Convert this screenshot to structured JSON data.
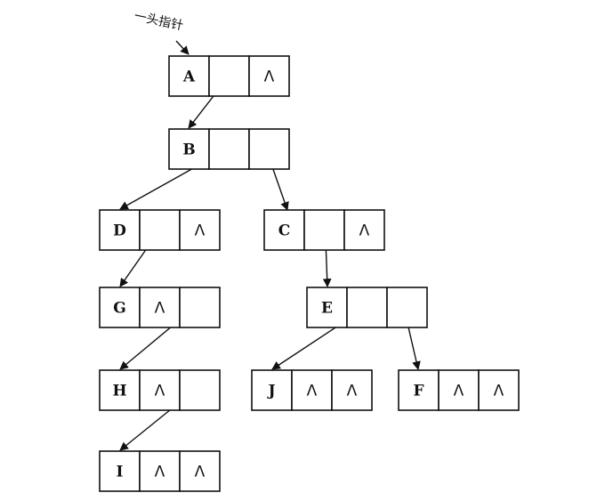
{
  "head_pointer_label": "一头指针",
  "null_symbol": "Λ",
  "nodes": [
    {
      "id": "A",
      "label": "A",
      "left_null": false,
      "right_null": true
    },
    {
      "id": "B",
      "label": "B",
      "left_null": false,
      "right_null": false
    },
    {
      "id": "D",
      "label": "D",
      "left_null": false,
      "right_null": true
    },
    {
      "id": "C",
      "label": "C",
      "left_null": false,
      "right_null": true
    },
    {
      "id": "G",
      "label": "G",
      "left_null": true,
      "right_null": false
    },
    {
      "id": "E",
      "label": "E",
      "left_null": false,
      "right_null": false
    },
    {
      "id": "H",
      "label": "H",
      "left_null": true,
      "right_null": false
    },
    {
      "id": "J",
      "label": "J",
      "left_null": true,
      "right_null": true
    },
    {
      "id": "F",
      "label": "F",
      "left_null": true,
      "right_null": true
    },
    {
      "id": "I",
      "label": "I",
      "left_null": true,
      "right_null": true
    }
  ],
  "edges": [
    {
      "from": "A",
      "field": "left",
      "to": "B"
    },
    {
      "from": "B",
      "field": "left",
      "to": "D"
    },
    {
      "from": "B",
      "field": "right",
      "to": "C"
    },
    {
      "from": "D",
      "field": "left",
      "to": "G"
    },
    {
      "from": "C",
      "field": "left",
      "to": "E"
    },
    {
      "from": "G",
      "field": "right",
      "to": "H"
    },
    {
      "from": "E",
      "field": "left",
      "to": "J"
    },
    {
      "from": "E",
      "field": "right",
      "to": "F"
    },
    {
      "from": "H",
      "field": "right",
      "to": "I"
    }
  ]
}
